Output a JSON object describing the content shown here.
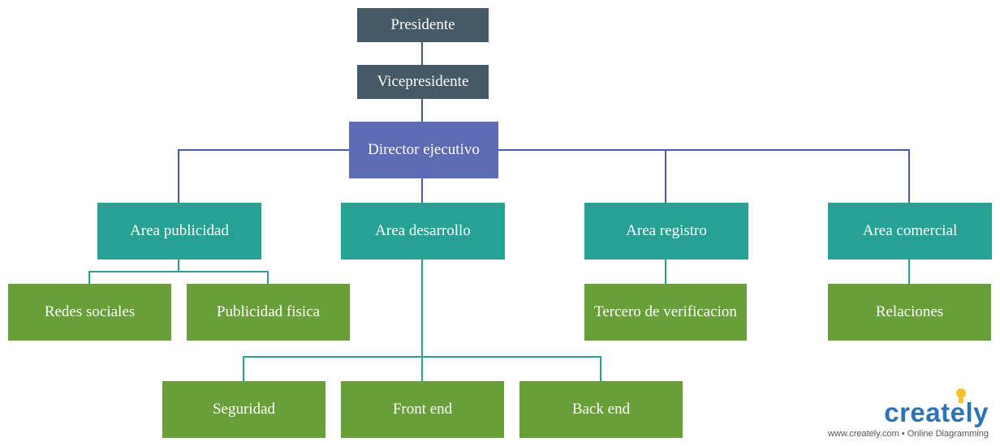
{
  "colors": {
    "dark": "#455a64",
    "director": "#5c6bb4",
    "area": "#26a194",
    "sub": "#689f38",
    "line_director": "#4b5aa8",
    "line_area": "#26a194",
    "brand": "#2c73b8",
    "bulb": "#f5c02f"
  },
  "nodes": {
    "presidente": "Presidente",
    "vicepresidente": "Vicepresidente",
    "director": "Director ejecutivo",
    "area_publicidad": "Area publicidad",
    "area_desarrollo": "Area desarrollo",
    "area_registro": "Area registro",
    "area_comercial": "Area comercial",
    "redes_sociales": "Redes sociales",
    "publicidad_fisica": "Publicidad fisica",
    "tercero_verificacion": "Tercero de verificacion",
    "relaciones": "Relaciones",
    "seguridad": "Seguridad",
    "front_end": "Front end",
    "back_end": "Back end"
  },
  "brand": {
    "logo": "creately",
    "tagline": "www.creately.com • Online Diagramming"
  }
}
